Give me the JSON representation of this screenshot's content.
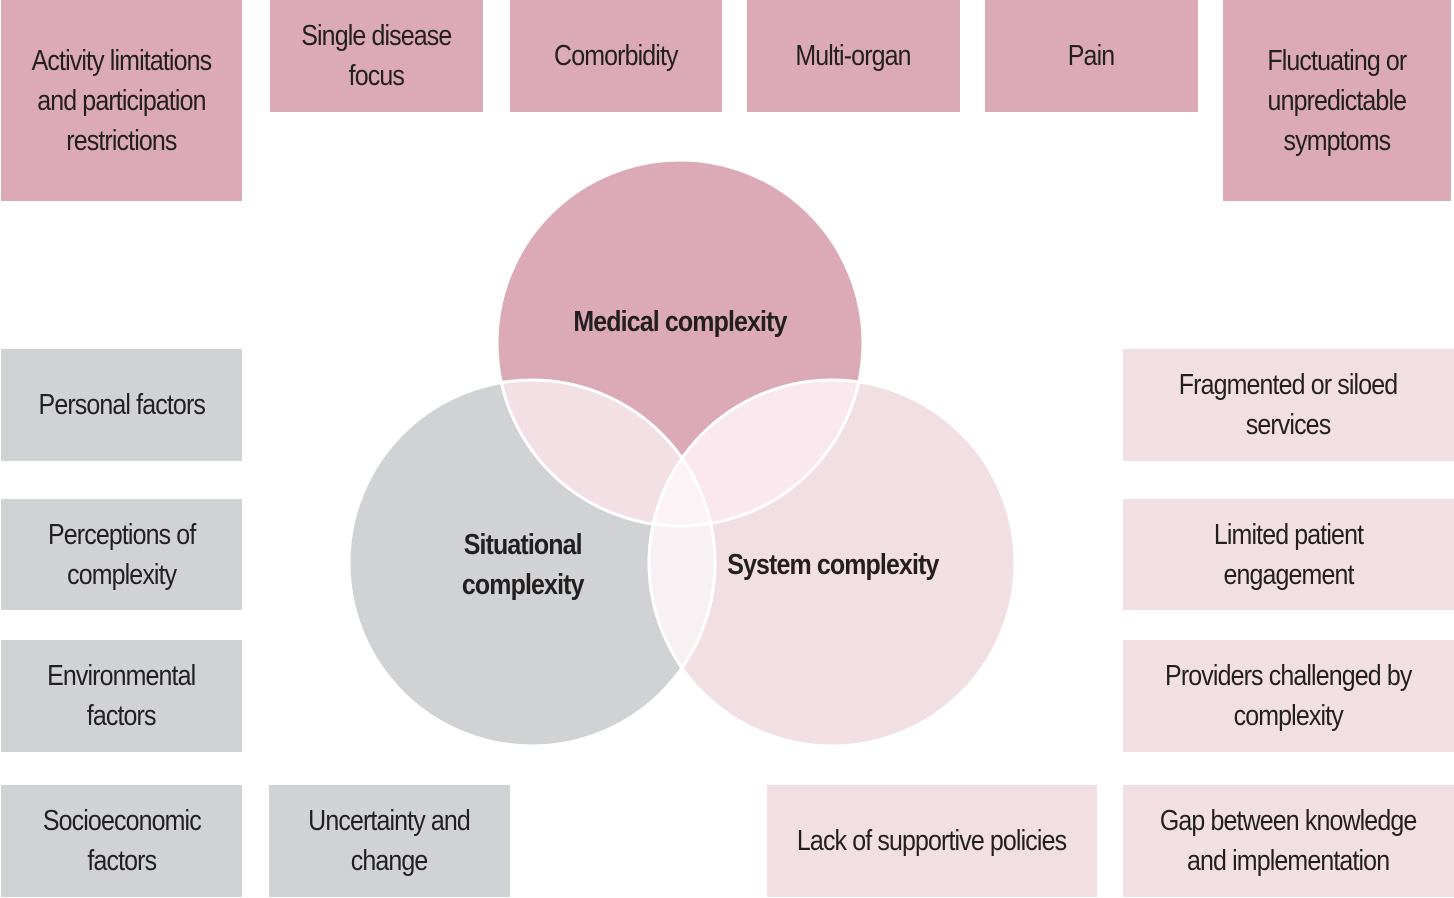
{
  "colors": {
    "medical": "#dbaab6",
    "situational": "#d1d2d4",
    "system": "#f2dfe3",
    "medical_situational": "#f2e0e5",
    "medical_system": "#fae8ee",
    "situational_system": "#f8f1f4",
    "center": "#fbf3f6",
    "text": "#231f20"
  },
  "circles": {
    "medical": "Medical complexity",
    "situational": "Situational\ncomplexity",
    "system": "System complexity"
  },
  "medical_factors": [
    "Activity limitations\nand participation\nrestrictions",
    "Single disease\nfocus",
    "Comorbidity",
    "Multi-organ",
    "Pain",
    "Fluctuating or\nunpredictable\nsymptoms"
  ],
  "situational_factors": [
    "Personal factors",
    "Perceptions of\ncomplexity",
    "Environmental\nfactors",
    "Socioeconomic\nfactors",
    "Uncertainty and\nchange"
  ],
  "system_factors": [
    "Fragmented or siloed\nservices",
    "Limited patient engagement",
    "Providers challenged by\ncomplexity",
    "Lack of supportive policies",
    "Gap between knowledge\nand implementation"
  ]
}
